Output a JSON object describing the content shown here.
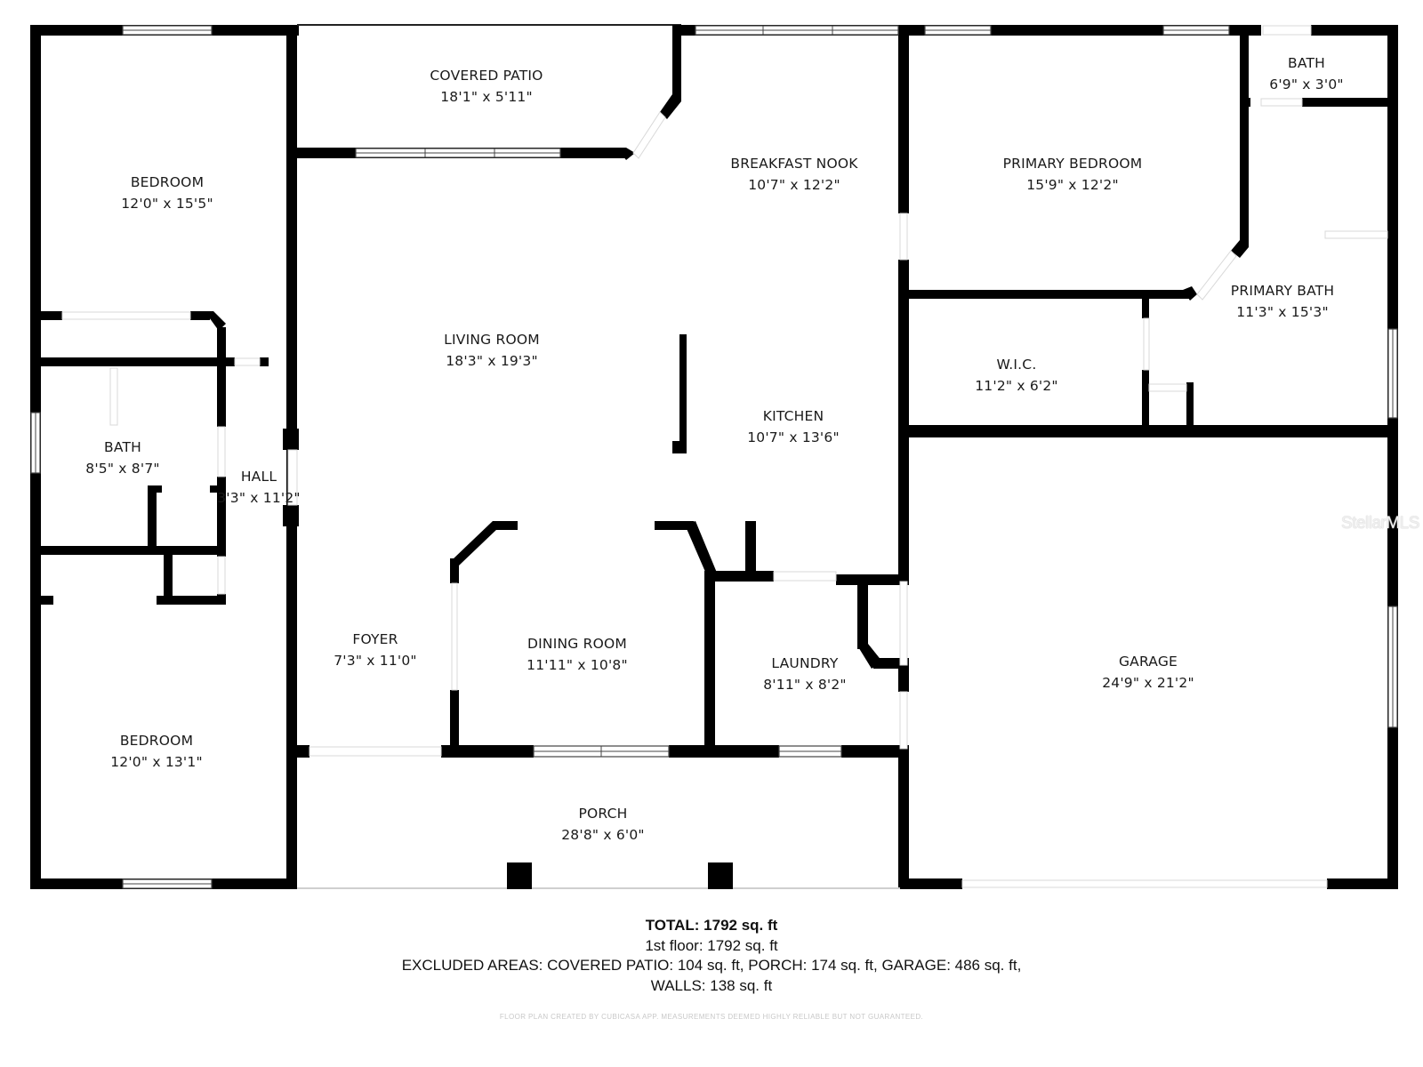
{
  "floorplan": {
    "rooms": [
      {
        "id": "bedroom-nw",
        "name": "BEDROOM",
        "dims": "12'0\" x 15'5\""
      },
      {
        "id": "covered-patio",
        "name": "COVERED PATIO",
        "dims": "18'1\" x 5'11\""
      },
      {
        "id": "breakfast-nook",
        "name": "BREAKFAST NOOK",
        "dims": "10'7\" x 12'2\""
      },
      {
        "id": "primary-bedroom",
        "name": "PRIMARY BEDROOM",
        "dims": "15'9\" x 12'2\""
      },
      {
        "id": "bath-ne",
        "name": "BATH",
        "dims": "6'9\" x 3'0\""
      },
      {
        "id": "primary-bath",
        "name": "PRIMARY BATH",
        "dims": "11'3\" x 15'3\""
      },
      {
        "id": "living-room",
        "name": "LIVING ROOM",
        "dims": "18'3\" x 19'3\""
      },
      {
        "id": "wic",
        "name": "W.I.C.",
        "dims": "11'2\" x 6'2\""
      },
      {
        "id": "bath-w",
        "name": "BATH",
        "dims": "8'5\" x 8'7\""
      },
      {
        "id": "hall",
        "name": "HALL",
        "dims": "3'3\" x 11'2\""
      },
      {
        "id": "kitchen",
        "name": "KITCHEN",
        "dims": "10'7\" x 13'6\""
      },
      {
        "id": "foyer",
        "name": "FOYER",
        "dims": "7'3\" x 11'0\""
      },
      {
        "id": "dining-room",
        "name": "DINING ROOM",
        "dims": "11'11\" x 10'8\""
      },
      {
        "id": "laundry",
        "name": "LAUNDRY",
        "dims": "8'11\" x 8'2\""
      },
      {
        "id": "garage",
        "name": "GARAGE",
        "dims": "24'9\" x 21'2\""
      },
      {
        "id": "bedroom-sw",
        "name": "BEDROOM",
        "dims": "12'0\" x 13'1\""
      },
      {
        "id": "porch",
        "name": "PORCH",
        "dims": "28'8\" x 6'0\""
      }
    ],
    "watermark": "StellarMLS"
  },
  "summary": {
    "total": "TOTAL: 1792 sq. ft",
    "first_floor": "1st floor: 1792 sq. ft",
    "excluded_line1": "EXCLUDED AREAS: COVERED PATIO: 104 sq. ft, PORCH: 174 sq. ft, GARAGE: 486 sq. ft,",
    "excluded_line2": "WALLS: 138 sq. ft",
    "disclaimer": "FLOOR PLAN CREATED BY CUBICASA APP. MEASUREMENTS DEEMED HIGHLY RELIABLE BUT NOT GUARANTEED."
  }
}
